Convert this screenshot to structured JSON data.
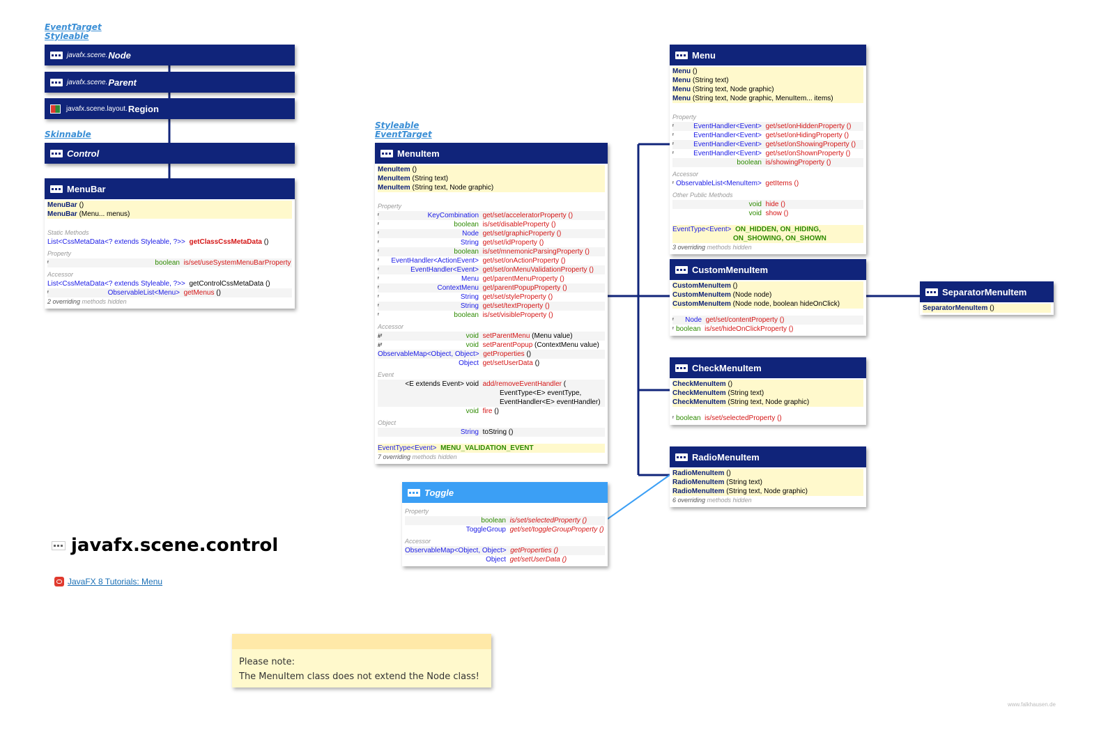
{
  "interfaces": {
    "node_ifaces": [
      "EventTarget",
      "Styleable"
    ],
    "control_iface": "Skinnable",
    "menuitem_ifaces": [
      "Styleable",
      "EventTarget"
    ]
  },
  "hierarchy": {
    "node": {
      "pkg": "javafx.scene.",
      "name": "Node"
    },
    "parent": {
      "pkg": "javafx.scene.",
      "name": "Parent"
    },
    "region": {
      "pkg": "javafx.scene.layout.",
      "name": "Region"
    },
    "control": {
      "name": "Control"
    }
  },
  "menubar": {
    "title": "MenuBar",
    "ctor1_name": "MenuBar",
    "ctor1_args": " ()",
    "ctor2_name": "MenuBar",
    "ctor2_args": " (Menu... menus)",
    "sec_static": "Static Methods",
    "static1_type": "List<CssMetaData<? extends Styleable, ?>>",
    "static1_name": "getClassCssMetaData",
    "static1_args": " ()",
    "sec_property": "Property",
    "prop1_type": "boolean",
    "prop1_name": "is/set/useSystemMenuBarProperty",
    "prop1_args": " ()",
    "sec_accessor": "Accessor",
    "acc1_type": "List<CssMetaData<? extends Styleable, ?>>",
    "acc1_name": "getControlCssMetaData",
    "acc1_args": " ()",
    "acc2_type": "ObservableList<Menu>",
    "acc2_name": "getMenus",
    "acc2_args": " ()",
    "footer_count": "2 overriding",
    "footer_text": " methods hidden"
  },
  "menuitem": {
    "title": "MenuItem",
    "ctors": [
      {
        "name": "MenuItem",
        "args": " ()"
      },
      {
        "name": "MenuItem",
        "args": " (String text)"
      },
      {
        "name": "MenuItem",
        "args": " (String text, Node graphic)"
      }
    ],
    "sec_property": "Property",
    "props": [
      {
        "type": "KeyCombination",
        "name": "get/set/acceleratorProperty ()"
      },
      {
        "type": "boolean",
        "name": "is/set/disableProperty ()"
      },
      {
        "type": "Node",
        "name": "get/set/graphicProperty ()"
      },
      {
        "type": "String",
        "name": "get/set/idProperty ()"
      },
      {
        "type": "boolean",
        "name": "is/set/mnemonicParsingProperty ()"
      },
      {
        "type": "EventHandler<ActionEvent>",
        "name": "get/set/onActionProperty ()"
      },
      {
        "type": "EventHandler<Event>",
        "name": "get/set/onMenuValidationProperty ()"
      },
      {
        "type": "Menu",
        "name": "get/parentMenuProperty ()"
      },
      {
        "type": "ContextMenu",
        "name": "get/parentPopupProperty ()"
      },
      {
        "type": "String",
        "name": "get/set/styleProperty ()"
      },
      {
        "type": "String",
        "name": "get/set/textProperty ()"
      },
      {
        "type": "boolean",
        "name": "is/set/visibleProperty ()"
      }
    ],
    "sec_accessor": "Accessor",
    "accs": [
      {
        "mod": "#ᶠ",
        "type": "void",
        "name": "setParentMenu",
        "args": " (Menu value)"
      },
      {
        "mod": "#ᶠ",
        "type": "void",
        "name": "setParentPopup",
        "args": " (ContextMenu value)"
      },
      {
        "mod": "",
        "type": "ObservableMap<Object, Object>",
        "name": "getProperties",
        "args": " ()"
      },
      {
        "mod": "",
        "type": "Object",
        "name": "get/setUserData",
        "args": " ()"
      }
    ],
    "sec_event": "Event",
    "event1_type": "<E extends Event> void",
    "event1_name": "add/removeEventHandler",
    "event1_args": " (",
    "event1_arg2": "EventType<E> eventType,",
    "event1_arg3": "EventHandler<E> eventHandler)",
    "event2_type": "void",
    "event2_name": "fire",
    "event2_args": " ()",
    "sec_object": "Object",
    "obj1_type": "String",
    "obj1_name": "toString ()",
    "const_type": "EventType<Event>",
    "const_name": "MENU_VALIDATION_EVENT",
    "footer_count": "7 overriding",
    "footer_text": " methods hidden"
  },
  "toggle": {
    "title": "Toggle",
    "sec_property": "Property",
    "props": [
      {
        "type": "boolean",
        "name": "is/set/selectedProperty ()"
      },
      {
        "type": "ToggleGroup",
        "name": "get/set/toggleGroupProperty ()"
      }
    ],
    "sec_accessor": "Accessor",
    "accs": [
      {
        "type": "ObservableMap<Object, Object>",
        "name": "getProperties ()"
      },
      {
        "type": "Object",
        "name": "get/setUserData ()"
      }
    ]
  },
  "menu": {
    "title": "Menu",
    "ctors": [
      {
        "name": "Menu",
        "args": " ()"
      },
      {
        "name": "Menu",
        "args": " (String text)"
      },
      {
        "name": "Menu",
        "args": " (String text, Node graphic)"
      },
      {
        "name": "Menu",
        "args": " (String text, Node graphic, MenuItem... items)"
      }
    ],
    "sec_property": "Property",
    "props": [
      {
        "type": "EventHandler<Event>",
        "name": "get/set/onHiddenProperty ()"
      },
      {
        "type": "EventHandler<Event>",
        "name": "get/set/onHidingProperty ()"
      },
      {
        "type": "EventHandler<Event>",
        "name": "get/set/onShowingProperty ()"
      },
      {
        "type": "EventHandler<Event>",
        "name": "get/set/onShownProperty ()"
      },
      {
        "type": "boolean",
        "name": "is/showingProperty ()"
      }
    ],
    "sec_accessor": "Accessor",
    "acc1_type": "ObservableList<MenuItem>",
    "acc1_name": "getItems ()",
    "sec_other": "Other Public Methods",
    "others": [
      {
        "type": "void",
        "name": "hide ()"
      },
      {
        "type": "void",
        "name": "show ()"
      }
    ],
    "const_type": "EventType<Event>",
    "const_line1": "ON_HIDDEN, ON_HIDING,",
    "const_line2": "ON_SHOWING, ON_SHOWN",
    "footer_count": "3 overriding",
    "footer_text": " methods hidden"
  },
  "custommenuitem": {
    "title": "CustomMenuItem",
    "ctors": [
      {
        "name": "CustomMenuItem",
        "args": " ()"
      },
      {
        "name": "CustomMenuItem",
        "args": " (Node node)"
      },
      {
        "name": "CustomMenuItem",
        "args": " (Node node, boolean hideOnClick)"
      }
    ],
    "props": [
      {
        "type": "Node",
        "name": "get/set/contentProperty ()"
      },
      {
        "type": "boolean",
        "name": "is/set/hideOnClickProperty ()"
      }
    ]
  },
  "separatormenuitem": {
    "title": "SeparatorMenuItem",
    "ctor_name": "SeparatorMenuItem",
    "ctor_args": " ()"
  },
  "checkmenuitem": {
    "title": "CheckMenuItem",
    "ctors": [
      {
        "name": "CheckMenuItem",
        "args": " ()"
      },
      {
        "name": "CheckMenuItem",
        "args": " (String text)"
      },
      {
        "name": "CheckMenuItem",
        "args": " (String text, Node graphic)"
      }
    ],
    "prop_type": "boolean",
    "prop_name": "is/set/selectedProperty ()"
  },
  "radiomenuitem": {
    "title": "RadioMenuItem",
    "ctors": [
      {
        "name": "RadioMenuItem",
        "args": " ()"
      },
      {
        "name": "RadioMenuItem",
        "args": " (String text)"
      },
      {
        "name": "RadioMenuItem",
        "args": " (String text, Node graphic)"
      }
    ],
    "footer_count": "6 overriding",
    "footer_text": " methods hidden"
  },
  "package_title": "javafx.scene.control",
  "tutorial_link": "JavaFX 8 Tutorials: Menu",
  "note": {
    "line1": "Please note:",
    "line2": "The MenuItem class does not extend the Node class!"
  },
  "footer": "www.falkhausen.de",
  "colors": {
    "header": "#10247a",
    "toggle_header": "#3b9ff5",
    "ctor_bg": "#fff9cc",
    "method": "#d41515",
    "type": "#1a1ae6",
    "primitive": "#2d8a00",
    "interface": "#3b8fd6"
  }
}
